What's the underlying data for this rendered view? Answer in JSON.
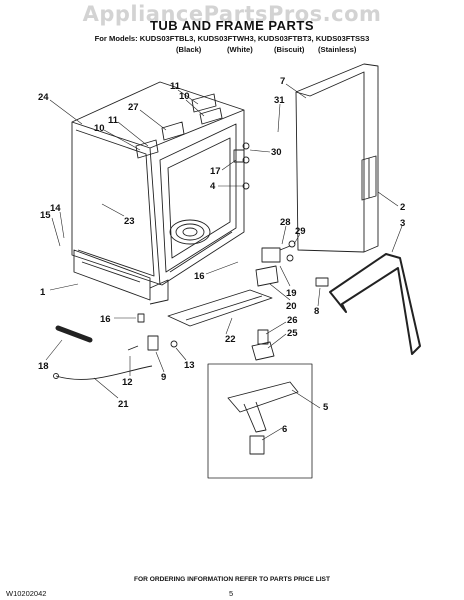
{
  "watermark": "AppliancePartsPros.com",
  "title": "TUB AND FRAME PARTS",
  "models_line": "For Models: KUDS03FTBL3, KUDS03FTWH3, KUDS03FTBT3, KUDS03FTSS3",
  "finishes": [
    "(Black)",
    "(White)",
    "(Biscuit)",
    "(Stainless)"
  ],
  "callouts": [
    {
      "id": "c11a",
      "text": "11"
    },
    {
      "id": "c10a",
      "text": "10"
    },
    {
      "id": "c24",
      "text": "24"
    },
    {
      "id": "c27",
      "text": "27"
    },
    {
      "id": "c10b",
      "text": "10"
    },
    {
      "id": "c11b",
      "text": "11"
    },
    {
      "id": "c7",
      "text": "7"
    },
    {
      "id": "c31",
      "text": "31"
    },
    {
      "id": "c30",
      "text": "30"
    },
    {
      "id": "c17",
      "text": "17"
    },
    {
      "id": "c4",
      "text": "4"
    },
    {
      "id": "c14",
      "text": "14"
    },
    {
      "id": "c15",
      "text": "15"
    },
    {
      "id": "c23",
      "text": "23"
    },
    {
      "id": "c2",
      "text": "2"
    },
    {
      "id": "c3",
      "text": "3"
    },
    {
      "id": "c28",
      "text": "28"
    },
    {
      "id": "c29",
      "text": "29"
    },
    {
      "id": "c16a",
      "text": "16"
    },
    {
      "id": "c19",
      "text": "19"
    },
    {
      "id": "c1",
      "text": "1"
    },
    {
      "id": "c20",
      "text": "20"
    },
    {
      "id": "c8",
      "text": "8"
    },
    {
      "id": "c16b",
      "text": "16"
    },
    {
      "id": "c26",
      "text": "26"
    },
    {
      "id": "c22",
      "text": "22"
    },
    {
      "id": "c25",
      "text": "25"
    },
    {
      "id": "c13",
      "text": "13"
    },
    {
      "id": "c18",
      "text": "18"
    },
    {
      "id": "c9",
      "text": "9"
    },
    {
      "id": "c12",
      "text": "12"
    },
    {
      "id": "c21",
      "text": "21"
    },
    {
      "id": "c5",
      "text": "5"
    },
    {
      "id": "c6",
      "text": "6"
    }
  ],
  "footer": {
    "order_info": "FOR ORDERING INFORMATION REFER TO PARTS PRICE LIST",
    "page_number": "5",
    "doc_number": "W10202042"
  }
}
